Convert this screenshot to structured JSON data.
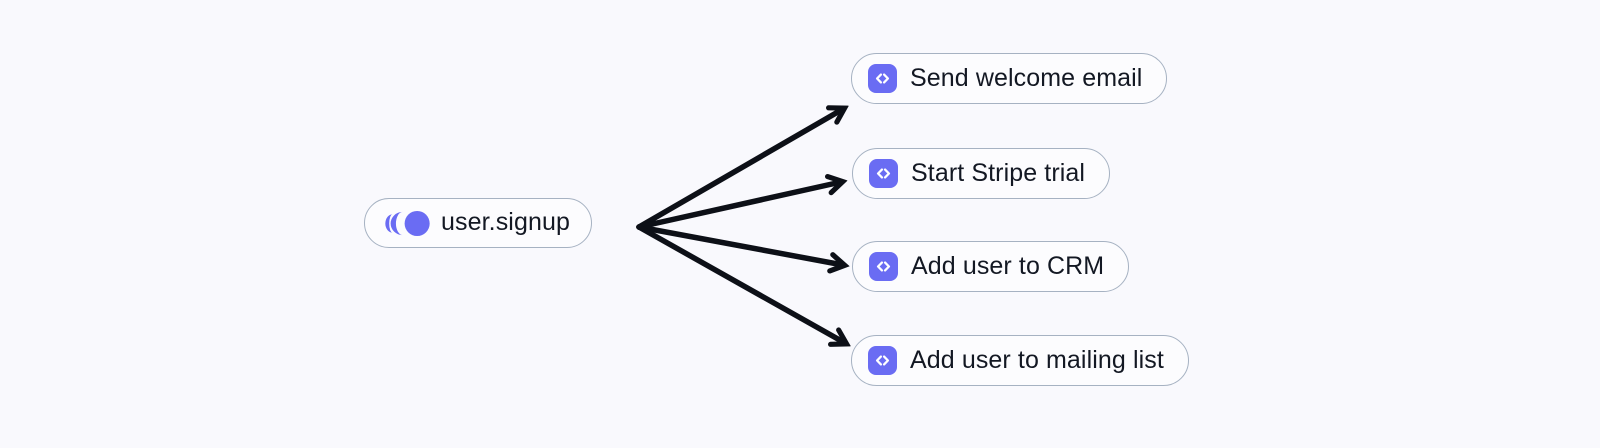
{
  "diagram": {
    "title": "event fan-out diagram",
    "event": {
      "label": "user.signup",
      "icon": "event-pulse-icon"
    },
    "actions": [
      {
        "label": "Send welcome email",
        "icon": "code-icon"
      },
      {
        "label": "Start Stripe trial",
        "icon": "code-icon"
      },
      {
        "label": "Add user to CRM",
        "icon": "code-icon"
      },
      {
        "label": "Add user to mailing list",
        "icon": "code-icon"
      }
    ],
    "edges": [
      {
        "from": "user.signup",
        "to": "Send welcome email"
      },
      {
        "from": "user.signup",
        "to": "Start Stripe trial"
      },
      {
        "from": "user.signup",
        "to": "Add user to CRM"
      },
      {
        "from": "user.signup",
        "to": "Add user to mailing list"
      }
    ],
    "colors": {
      "background": "#F9F9FD",
      "node_fill": "#FCFCFE",
      "node_border": "#A6B2C2",
      "text": "#131823",
      "accent_purple": "#6A6CF3",
      "arrow": "#0D1017"
    }
  }
}
